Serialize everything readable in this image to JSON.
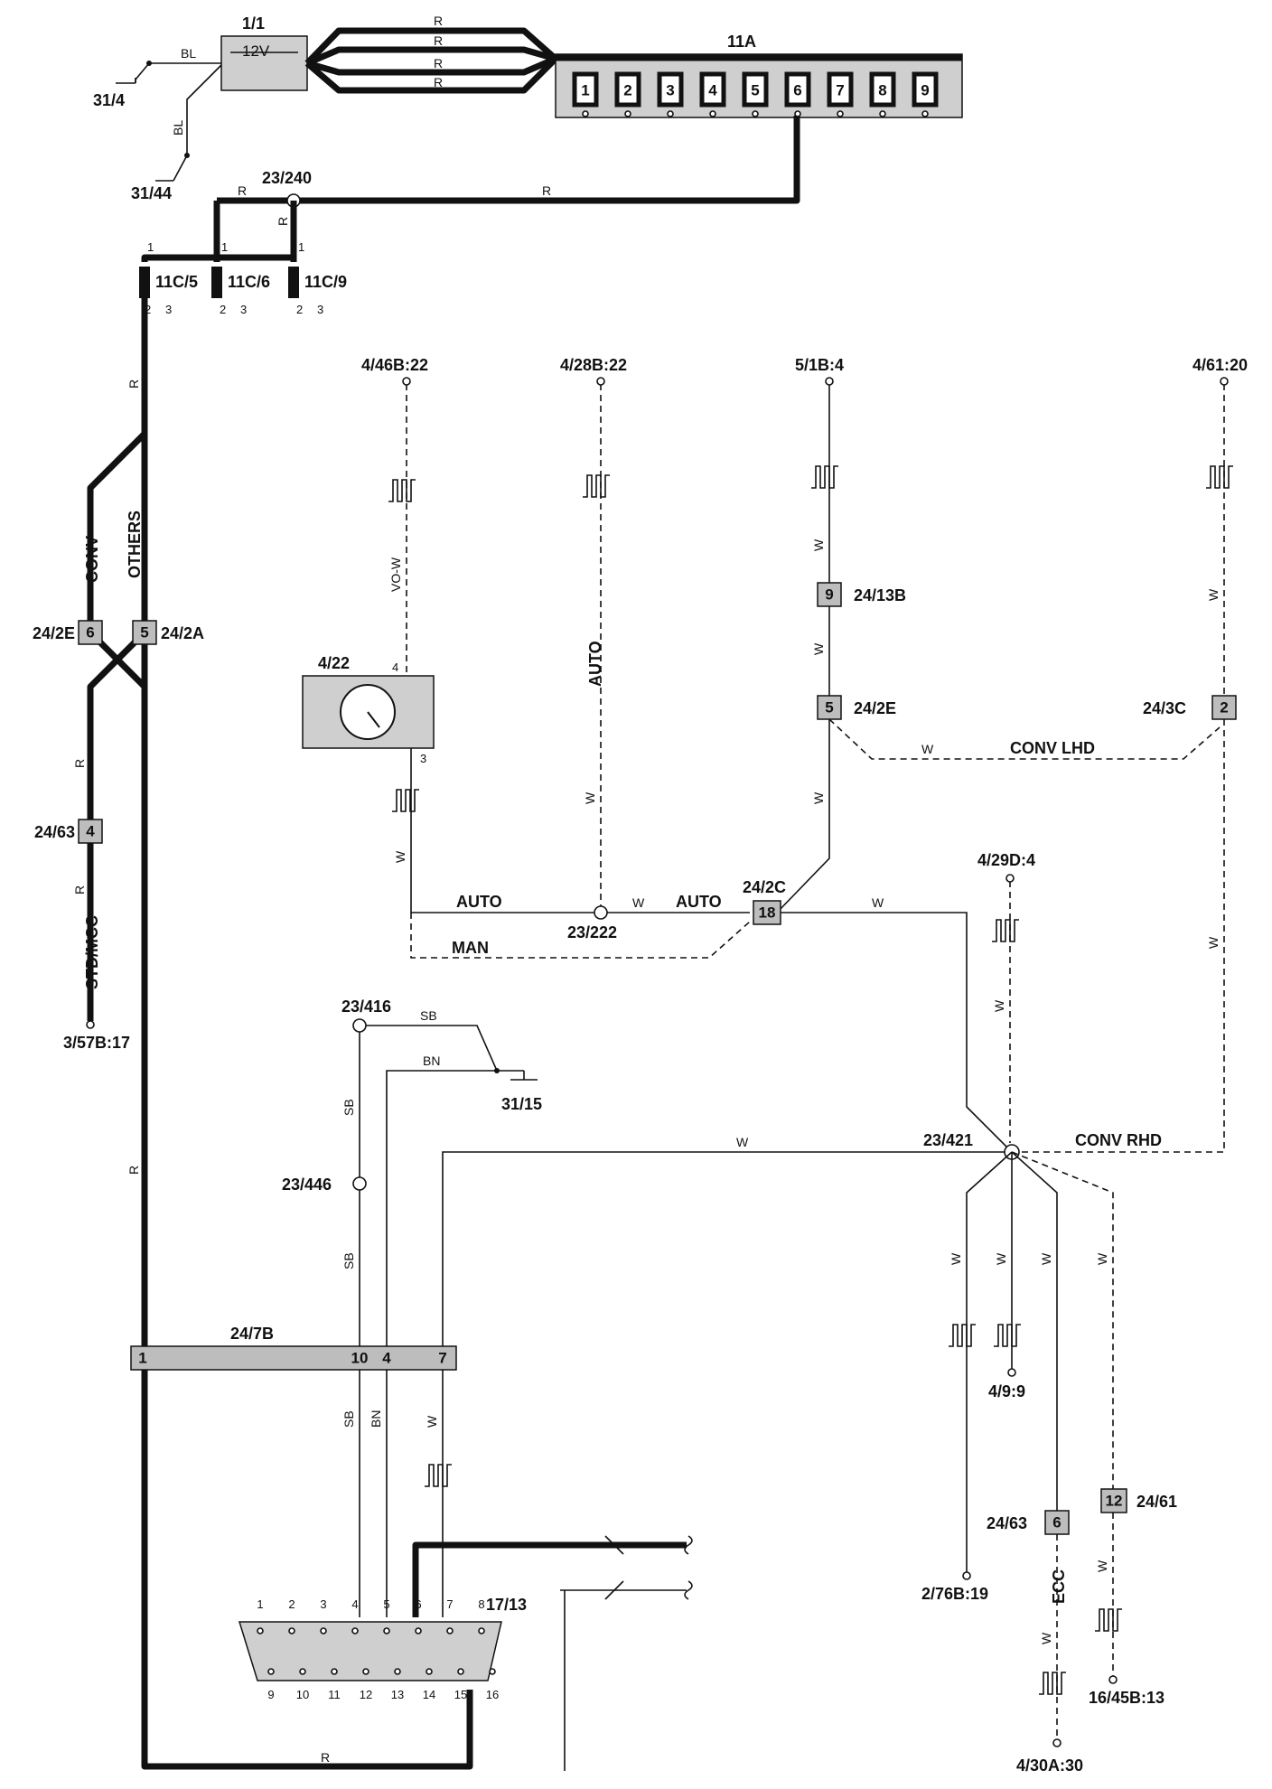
{
  "battery": {
    "ref": "1/1",
    "voltage": "12V"
  },
  "fusebox": {
    "ref": "11A",
    "fuses": [
      "1",
      "2",
      "3",
      "4",
      "5",
      "6",
      "7",
      "8",
      "9"
    ]
  },
  "fuse_taps": [
    "11C/5",
    "11C/6",
    "11C/9"
  ],
  "wire_colors": {
    "red": "R",
    "blue": "BL",
    "white": "W",
    "violet_white": "VO-W",
    "sky_blue": "SB",
    "brown": "BN"
  },
  "grounds": [
    "31/4",
    "31/44",
    "31/15"
  ],
  "splices": [
    "23/240",
    "23/222",
    "23/416",
    "23/446",
    "23/421"
  ],
  "terminals": [
    "4/46B:22",
    "4/28B:22",
    "5/1B:4",
    "4/61:20",
    "3/57B:17",
    "4/29D:4",
    "4/9:9",
    "2/76B:19",
    "16/45B:13",
    "4/30A:30"
  ],
  "connectors": {
    "c_24_2E_left": {
      "ref": "24/2E",
      "pin": "6"
    },
    "c_24_2A": {
      "ref": "24/2A",
      "pin": "5"
    },
    "c_24_63_left": {
      "ref": "24/63",
      "pin": "4"
    },
    "c_24_13B": {
      "ref": "24/13B",
      "pin": "9"
    },
    "c_24_2E_right": {
      "ref": "24/2E",
      "pin": "5"
    },
    "c_24_3C": {
      "ref": "24/3C",
      "pin": "2"
    },
    "c_24_2C": {
      "ref": "24/2C",
      "pin": "18"
    },
    "c_24_61": {
      "ref": "24/61",
      "pin": "12"
    },
    "c_24_63_right": {
      "ref": "24/63",
      "pin": "6"
    },
    "c_24_7B": {
      "ref": "24/7B",
      "pins": [
        "1",
        "10",
        "4",
        "7"
      ]
    }
  },
  "components": {
    "speedometer": "4/22",
    "diagnostic_socket": "17/13"
  },
  "variant_labels": {
    "conv": "CONV",
    "others": "OTHERS",
    "std_mcc": "STD/MCC",
    "auto": "AUTO",
    "man": "MAN",
    "conv_lhd": "CONV LHD",
    "conv_rhd": "CONV RHD",
    "ecc": "ECC"
  },
  "obd_pins_top": [
    "1",
    "2",
    "3",
    "4",
    "5",
    "6",
    "7",
    "8"
  ],
  "obd_pins_bottom": [
    "9",
    "10",
    "11",
    "12",
    "13",
    "14",
    "15",
    "16"
  ],
  "tap_pins": {
    "in": "1",
    "out_a": "2",
    "out_b": "3"
  },
  "speedometer_pins": {
    "in": "4",
    "out": "3"
  }
}
